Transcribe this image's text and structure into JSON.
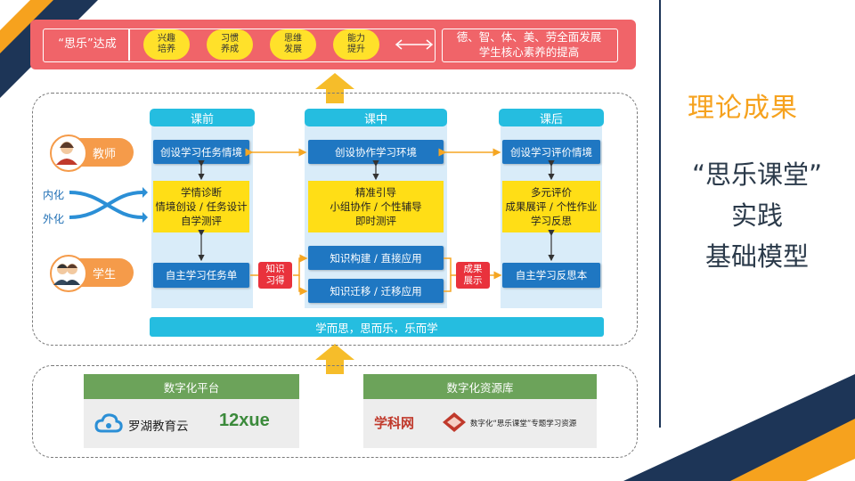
{
  "banner": {
    "label": "“思乐”达成",
    "pills": [
      "兴趣\n培养",
      "习惯\n养成",
      "思维\n发展",
      "能力\n提升"
    ],
    "goal_line1": "德、智、体、美、劳全面发展",
    "goal_line2": "学生核心素养的提高"
  },
  "roles": {
    "teacher": "教师",
    "student": "学生",
    "inner": "内化",
    "outer": "外化"
  },
  "columns": {
    "pre": {
      "header": "课前",
      "top": "创设学习任务情境",
      "middle": "学情诊断\n情境创设 / 任务设计\n自学测评",
      "bottom": "自主学习任务单"
    },
    "mid": {
      "header": "课中",
      "top": "创设协作学习环境",
      "middle": "精准引导\n小组协作 / 个性辅导\n即时测评",
      "bottom1": "知识构建 / 直接应用",
      "bottom2": "知识迁移 / 迁移应用"
    },
    "post": {
      "header": "课后",
      "top": "创设学习评价情境",
      "middle": "多元评价\n成果展评 / 个性作业\n学习反思",
      "bottom": "自主学习反思本"
    }
  },
  "connectors": {
    "knowledge": "知识\n习得",
    "results": "成果\n展示"
  },
  "bottom_bar": "学而思，思而乐，乐而学",
  "platform": {
    "title": "数字化平台",
    "item1": "罗湖教育云",
    "item2_logo": "12xue"
  },
  "resources": {
    "title": "数字化资源库",
    "item1_logo": "学科网",
    "item2": "数字化“思乐课堂”专题学习资源"
  },
  "right_panel": {
    "title": "理论成果",
    "line1": "“思乐课堂”",
    "line2": "实践",
    "line3": "基础模型"
  },
  "colors": {
    "banner": "#f06469",
    "pill": "#ffe12a",
    "column_header": "#25bde0",
    "blue_box": "#1f77c2",
    "yellow_box": "#ffde16",
    "red_box": "#e9323c",
    "role": "#f59b4a",
    "green": "#6ca35a",
    "title_orange": "#f6a21e",
    "navy": "#1d3557"
  }
}
